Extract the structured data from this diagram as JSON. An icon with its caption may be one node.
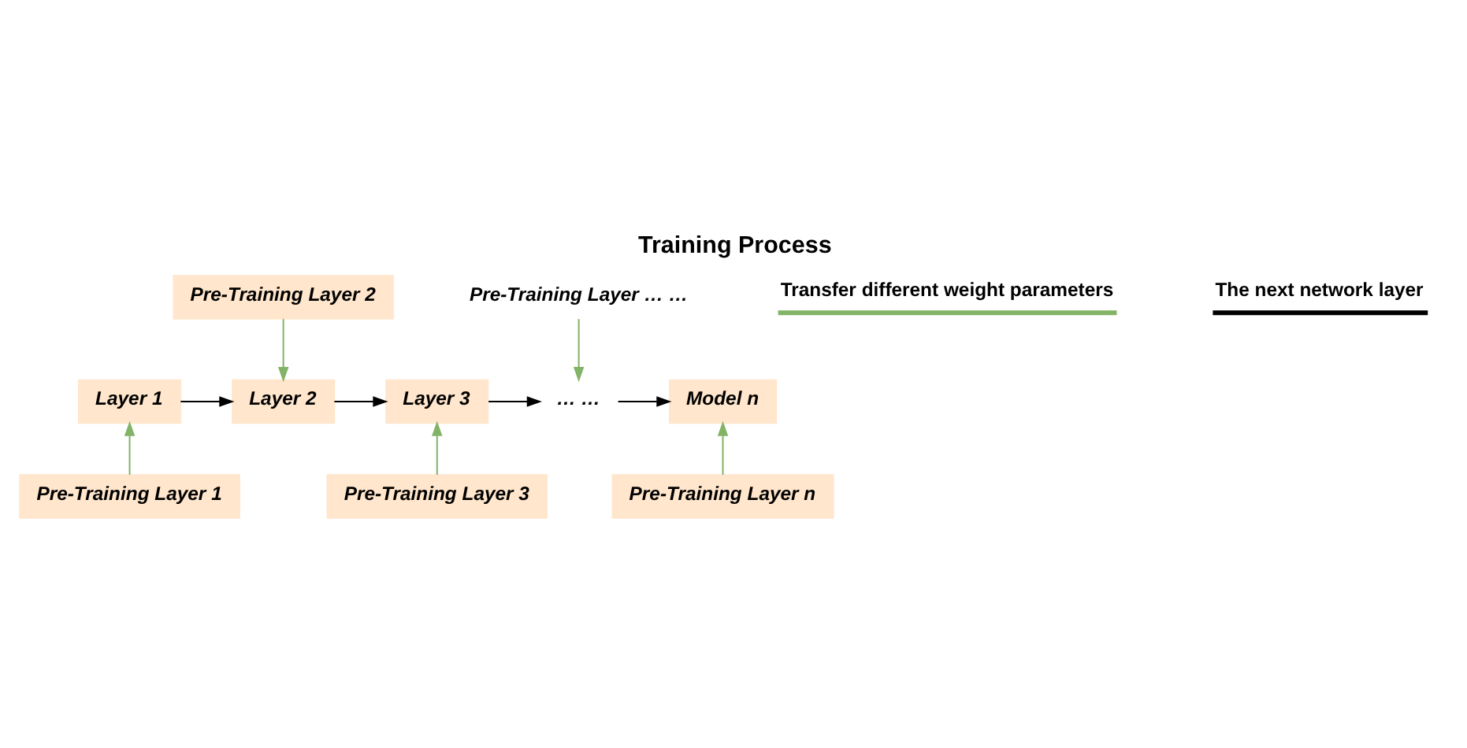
{
  "diagram": {
    "title": "Training Process",
    "nodes": [
      {
        "text": [
          "Pre-Training Layer 2"
        ]
      },
      {
        "text": [
          "Pre-Training Layer … …"
        ]
      },
      {
        "text": [
          "Layer 1"
        ]
      },
      {
        "text": [
          "Layer 2"
        ]
      },
      {
        "text": [
          "Layer 3"
        ]
      },
      {
        "text": [
          "… …"
        ]
      },
      {
        "text": [
          "Model n"
        ]
      },
      {
        "text": [
          "Pre-Training Layer 1"
        ]
      },
      {
        "text": [
          "Pre-Training Layer 3"
        ]
      },
      {
        "text": [
          "Pre-Training Layer n"
        ]
      }
    ],
    "edges": [
      {
        "from": 2,
        "to": 3,
        "arrow": "to",
        "color": "#000000"
      },
      {
        "from": 3,
        "to": 4,
        "arrow": "to",
        "color": "#000000"
      },
      {
        "from": 4,
        "to": 5,
        "arrow": "to",
        "color": "#000000"
      },
      {
        "from": 5,
        "to": 6,
        "arrow": "to",
        "color": "#000000"
      },
      {
        "from": 0,
        "to": 3,
        "arrow": "to",
        "color": "#82b366"
      },
      {
        "from": 1,
        "to": 5,
        "arrow": "to",
        "color": "#82b366"
      },
      {
        "from": 7,
        "to": 2,
        "arrow": "to",
        "color": "#82b366"
      },
      {
        "from": 8,
        "to": 4,
        "arrow": "to",
        "color": "#82b366"
      },
      {
        "from": 9,
        "to": 6,
        "arrow": "to",
        "color": "#82b366"
      }
    ],
    "legend": [
      {
        "text": "Transfer different weight parameters"
      },
      {
        "text": "The next network layer"
      }
    ]
  }
}
